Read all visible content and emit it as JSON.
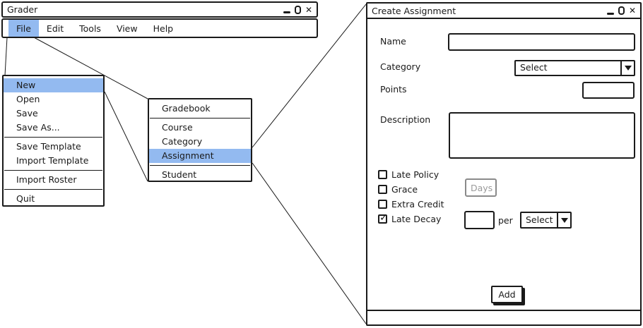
{
  "colors": {
    "ink": "#1a1a1a",
    "selection_highlight": "#93baf0",
    "muted_border": "#8a8a8a",
    "muted_text": "#9a9a9a"
  },
  "icons": {
    "minimize": "_",
    "maximize": "o",
    "close": "✕",
    "dropdown_arrow": "▼",
    "checkmark": "✓"
  },
  "grader_window": {
    "title": "Grader",
    "menu_items": [
      {
        "label": "File",
        "active": true
      },
      {
        "label": "Edit",
        "active": false
      },
      {
        "label": "Tools",
        "active": false
      },
      {
        "label": "View",
        "active": false
      },
      {
        "label": "Help",
        "active": false
      }
    ]
  },
  "file_menu": {
    "selected_item": "New",
    "items": [
      "New",
      "Open",
      "Save",
      "Save As...",
      "Save Template",
      "Import Template",
      "Import Roster",
      "Quit"
    ]
  },
  "new_submenu": {
    "selected_item": "Assignment",
    "items": [
      "Gradebook",
      "Course",
      "Category",
      "Assignment",
      "Student"
    ]
  },
  "dialog": {
    "title": "Create Assignment",
    "fields": {
      "name_label": "Name",
      "name_value": "",
      "category_label": "Category",
      "category_value": "Select",
      "points_label": "Points",
      "points_value": "",
      "description_label": "Description",
      "description_value": ""
    },
    "options": [
      {
        "label": "Late Policy",
        "checked": false
      },
      {
        "label": "Grace",
        "checked": false,
        "grace_input_placeholder": "Days"
      },
      {
        "label": "Extra Credit",
        "checked": false
      },
      {
        "label": "Late Decay",
        "checked": true,
        "decay_amount_value": "",
        "per_label": "per",
        "unit_value": "Select"
      }
    ],
    "add_button_label": "Add"
  }
}
